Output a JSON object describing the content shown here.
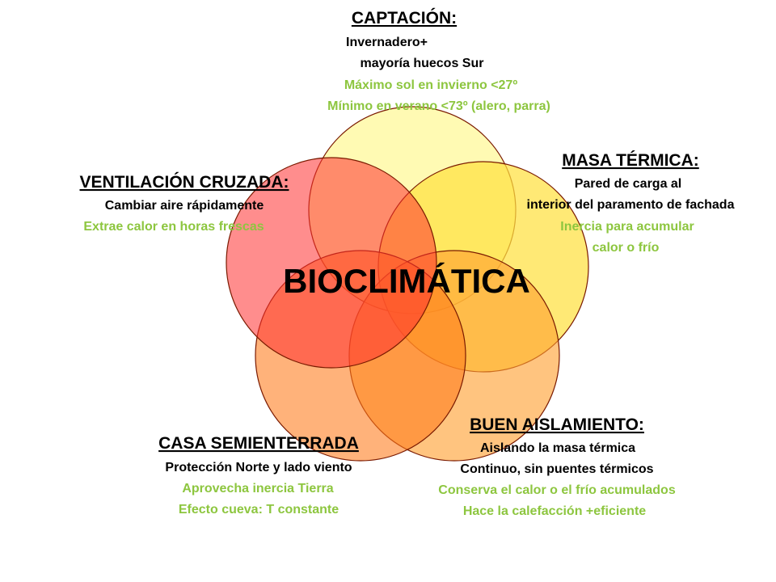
{
  "colors": {
    "green_text": "#8DC63F",
    "circle_top": "#FFF9A6",
    "circle_right": "#FFE55A",
    "circle_bottom_right": "#FFC46A",
    "circle_bottom_left": "#FF9A4A",
    "circle_left": "#FF6B6B"
  },
  "center": {
    "label": "BIOCLIMÁTICA"
  },
  "sections": {
    "captacion": {
      "title": "CAPTACIÓN:",
      "lines": [
        "Invernadero+",
        "mayoría huecos Sur"
      ],
      "green_lines": [
        "Máximo sol en invierno <27º",
        "Mínimo en verano <73º (alero, parra)"
      ]
    },
    "masa_termica": {
      "title": "MASA TÉRMICA:",
      "lines": [
        "Pared de carga al",
        "interior del paramento de fachada"
      ],
      "green_lines": [
        "Inercia para acumular",
        "calor o frío"
      ]
    },
    "ventilacion": {
      "title": "VENTILACIÓN CRUZADA:",
      "lines": [
        "Cambiar aire rápidamente"
      ],
      "green_lines": [
        "Extrae calor en horas frescas"
      ]
    },
    "aislamiento": {
      "title": "BUEN AISLAMIENTO:",
      "lines": [
        "Aislando la masa térmica",
        "Continuo, sin puentes térmicos"
      ],
      "green_lines": [
        "Conserva el calor o el frío acumulados",
        "Hace la calefacción +eficiente"
      ]
    },
    "semienterrada": {
      "title": "CASA SEMIENTERRADA",
      "lines": [
        "Protección Norte y lado viento"
      ],
      "green_lines": [
        "Aprovecha inercia Tierra",
        "Efecto cueva: T constante"
      ]
    }
  }
}
